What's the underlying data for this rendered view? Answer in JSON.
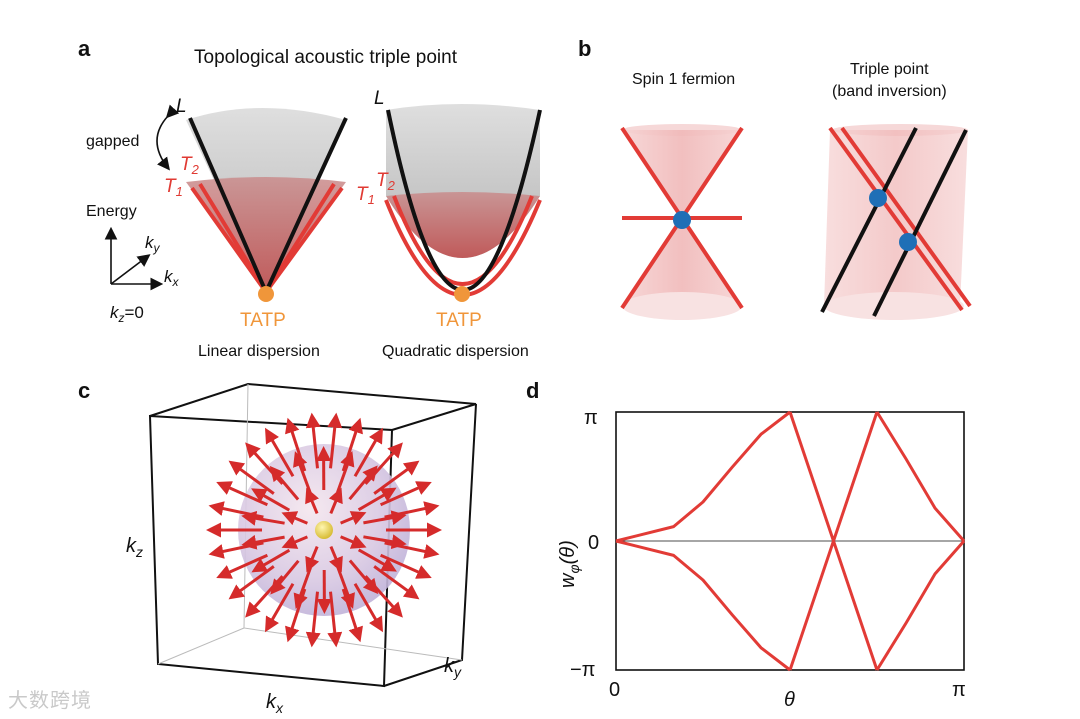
{
  "panel_a": {
    "label": "a",
    "title": "Topological acoustic triple point",
    "band_L": "L",
    "band_T": "T",
    "sub_1": "1",
    "sub_2": "2",
    "gapped": "gapped",
    "energy": "Energy",
    "k": "k",
    "sub_x": "x",
    "sub_y": "y",
    "sub_z": "z",
    "kz_eq": "=0",
    "tatp": "TATP",
    "linear": "Linear dispersion",
    "quadratic": "Quadratic dispersion"
  },
  "panel_b": {
    "label": "b",
    "spin1": "Spin 1 fermion",
    "triple_line1": "Triple point",
    "triple_line2": "(band inversion)"
  },
  "panel_c": {
    "label": "c",
    "k": "k",
    "sub_x": "x",
    "sub_y": "y",
    "sub_z": "z"
  },
  "panel_d": {
    "label": "d",
    "ylabel_w": "w",
    "ylabel_sub": "φ",
    "ylabel_arg": "(θ)",
    "xlabel": "θ",
    "yticks": [
      "π",
      "0",
      "−π"
    ],
    "xticks": [
      "0",
      "π"
    ]
  },
  "chart_data": {
    "type": "line",
    "x_unit": "rad",
    "xlim": [
      0,
      3.14159
    ],
    "ylim": [
      -3.14159,
      3.14159
    ],
    "grid": false,
    "zero_line": true,
    "series": [
      {
        "x": [
          0,
          0.52,
          0.785,
          1.05,
          1.309,
          1.571
        ],
        "y": [
          0,
          0.35,
          0.95,
          1.8,
          2.6,
          3.14159
        ]
      },
      {
        "x": [
          0,
          0.52,
          0.785,
          1.05,
          1.309,
          1.571
        ],
        "y": [
          0,
          -0.35,
          -0.95,
          -1.8,
          -2.6,
          -3.14159
        ]
      },
      {
        "x": [
          1.571,
          2.356
        ],
        "y": [
          3.14159,
          -3.14159
        ]
      },
      {
        "x": [
          1.571,
          2.356
        ],
        "y": [
          -3.14159,
          3.14159
        ]
      },
      {
        "x": [
          2.356,
          2.618,
          2.88,
          3.14159
        ],
        "y": [
          3.14159,
          2.0,
          0.8,
          0
        ]
      },
      {
        "x": [
          2.356,
          2.618,
          2.88,
          3.14159
        ],
        "y": [
          -3.14159,
          -2.0,
          -0.8,
          0
        ]
      }
    ],
    "line_color": "#e23b36"
  },
  "watermark": "大数跨境",
  "colors": {
    "red": "#e23b36",
    "black": "#111111",
    "orange": "#f0963a",
    "blue": "#1f6fb6"
  }
}
